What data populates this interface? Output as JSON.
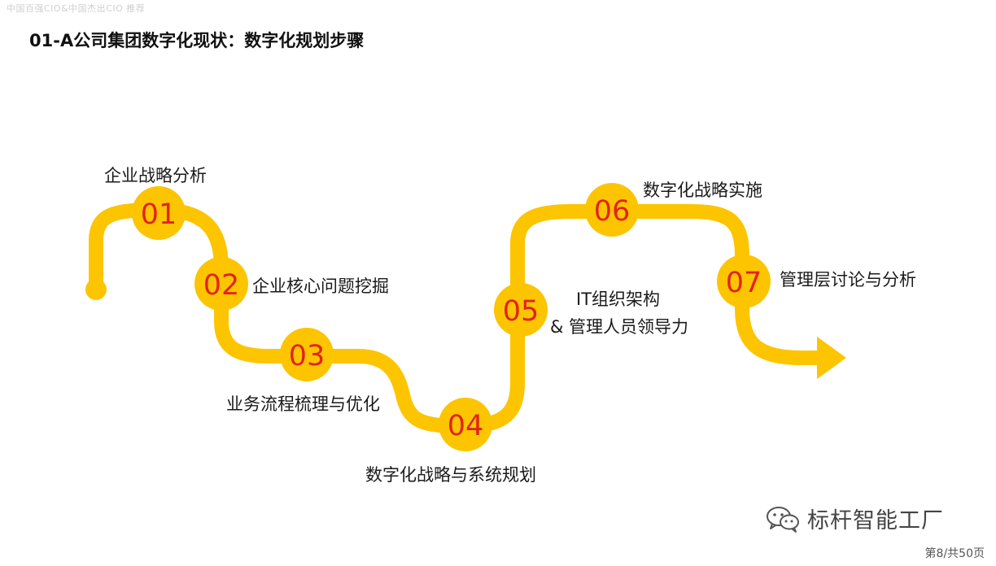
{
  "header": {
    "watermark": "中国百强CIO&中国杰出CIO 推荐",
    "title": "01-A公司集团数字化现状：数字化规划步骤"
  },
  "colors": {
    "path": "#fcc500",
    "node": "#fcc500",
    "number": "#e2231a"
  },
  "steps": [
    {
      "num": "01",
      "label": "企业战略分析"
    },
    {
      "num": "02",
      "label": "企业核心问题挖掘"
    },
    {
      "num": "03",
      "label": "业务流程梳理与优化"
    },
    {
      "num": "04",
      "label": "数字化战略与系统规划"
    },
    {
      "num": "05",
      "label_line1": "IT组织架构",
      "label_line2": "& 管理人员领导力"
    },
    {
      "num": "06",
      "label": "数字化战略实施"
    },
    {
      "num": "07",
      "label": "管理层讨论与分析"
    }
  ],
  "footer": {
    "brand": "标杆智能工厂",
    "page_indicator": "第8/共50页",
    "brand_icon": "wechat-icon"
  }
}
